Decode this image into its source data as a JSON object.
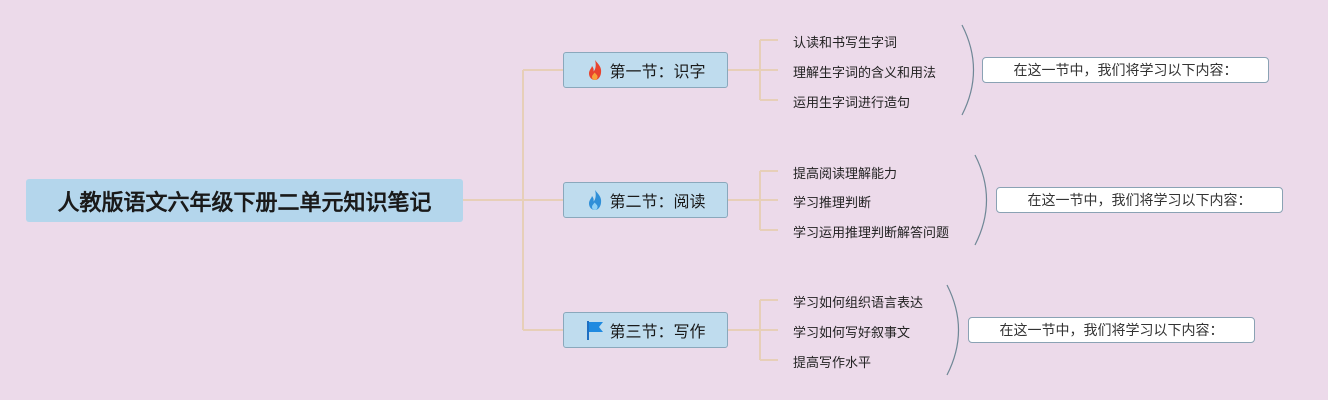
{
  "root": {
    "title": "人教版语文六年级下册二单元知识笔记"
  },
  "sections": [
    {
      "title": "第一节：识字",
      "icon": "fire-red-icon",
      "items": [
        "认读和书写生字词",
        "理解生字词的含义和用法",
        "运用生字词进行造句"
      ],
      "note": "在这一节中，我们将学习以下内容："
    },
    {
      "title": "第二节：阅读",
      "icon": "fire-blue-icon",
      "items": [
        "提高阅读理解能力",
        "学习推理判断",
        "学习运用推理判断解答问题"
      ],
      "note": "在这一节中，我们将学习以下内容："
    },
    {
      "title": "第三节：写作",
      "icon": "flag-blue-icon",
      "items": [
        "学习如何组织语言表达",
        "学习如何写好叙事文",
        "提高写作水平"
      ],
      "note": "在这一节中，我们将学习以下内容："
    }
  ],
  "colors": {
    "background": "#ecdaea",
    "root_fill": "#b4d6ec",
    "section_fill": "#bfdcee",
    "connector": "#e7cfb8",
    "bracket": "#6f8796"
  }
}
